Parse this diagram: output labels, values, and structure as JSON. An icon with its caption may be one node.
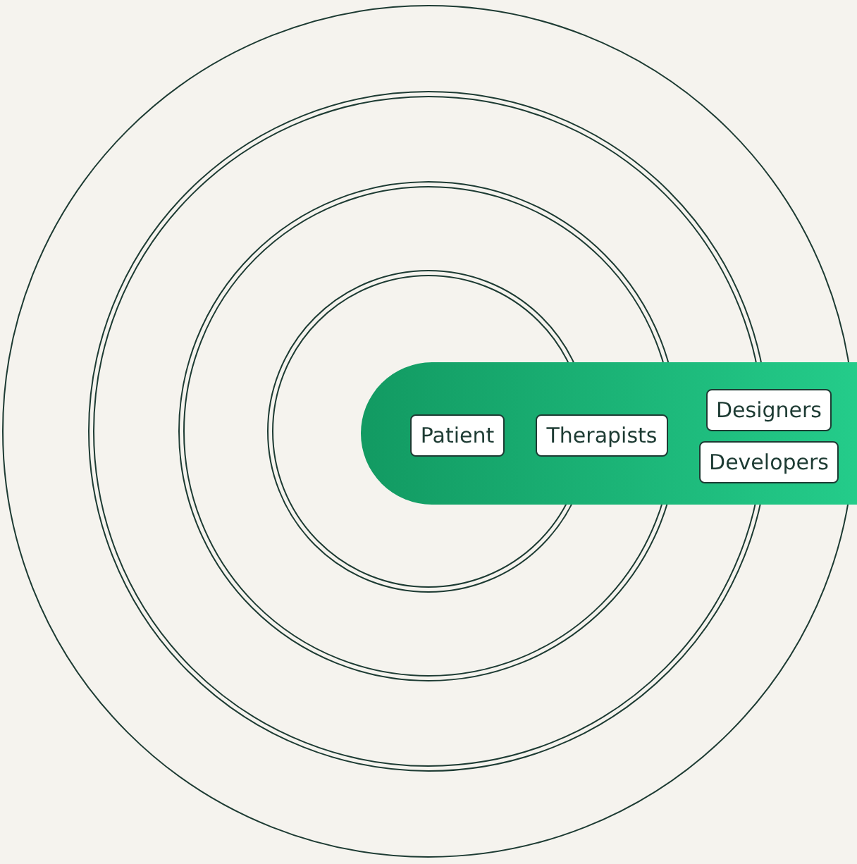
{
  "diagram": {
    "nodes": [
      {
        "text": [],
        "shape": "bar"
      },
      {
        "text": [
          "Patient"
        ],
        "in": 0
      },
      {
        "text": [
          "Therapists"
        ],
        "in": 0
      },
      {
        "text": [
          "Designers"
        ],
        "in": 0
      },
      {
        "text": [
          "Developers"
        ],
        "in": 0
      }
    ],
    "edges": []
  }
}
